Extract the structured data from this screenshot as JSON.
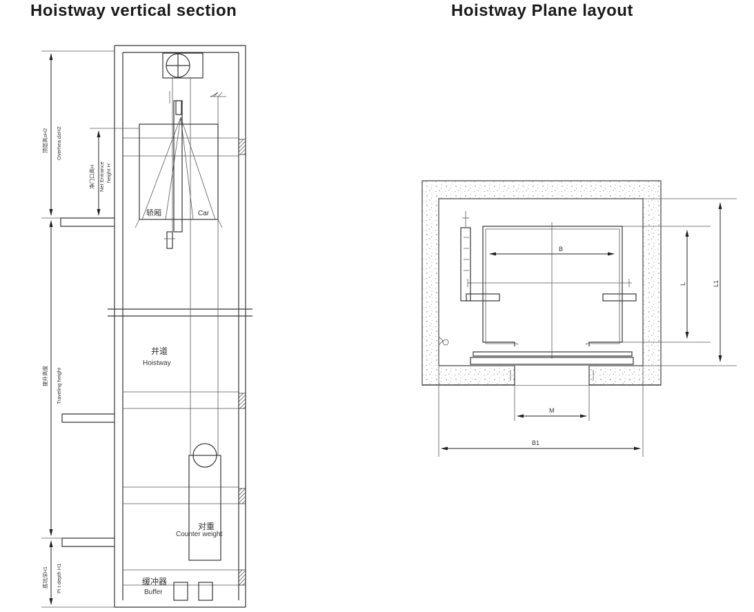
{
  "titles": {
    "vertical": "Hoistway vertical section",
    "plane": "Hoistway Plane layout"
  },
  "vertical_section": {
    "overhead": {
      "cn": "顶层高≥H2",
      "en": "Overhea d≥H2"
    },
    "entrance": {
      "cn": "净门口高H",
      "en1": "Net Entrance",
      "en2": "height H"
    },
    "travel": {
      "cn": "提升高度",
      "en": "Traveling height"
    },
    "pit": {
      "cn": "底坑深H1",
      "en": "Pi t depth H1"
    },
    "car": {
      "cn": "轿厢",
      "en": "Car"
    },
    "hoistway": {
      "cn": "井道",
      "en": "Hoistway"
    },
    "counterweight": {
      "cn": "对重",
      "en": "Counter weight"
    },
    "buffer": {
      "cn": "缓冲器",
      "en": "Buffer"
    }
  },
  "plane_layout": {
    "B": "B",
    "L": "L",
    "L1": "L1",
    "M": "M",
    "B1": "B1"
  },
  "colors": {
    "line": "#333333",
    "hatch": "#555555",
    "concrete": "#bbbbbb"
  }
}
